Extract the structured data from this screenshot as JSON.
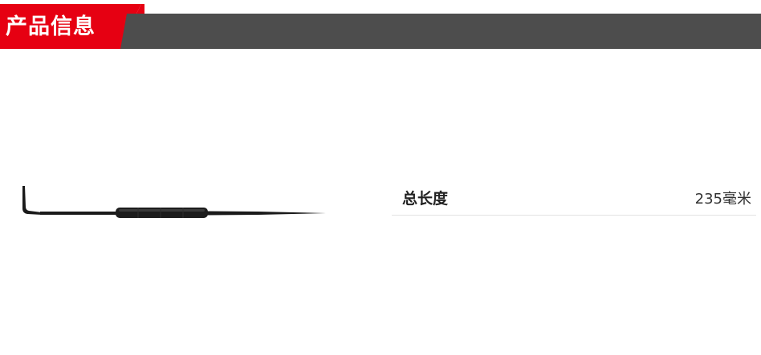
{
  "header": {
    "title": "产品信息",
    "accent_color": "#e60012",
    "bar_color": "#4d4d4d"
  },
  "product": {
    "image_icon": "scriber-tool-icon"
  },
  "specs": [
    {
      "label": "总长度",
      "value": "235毫米"
    }
  ]
}
